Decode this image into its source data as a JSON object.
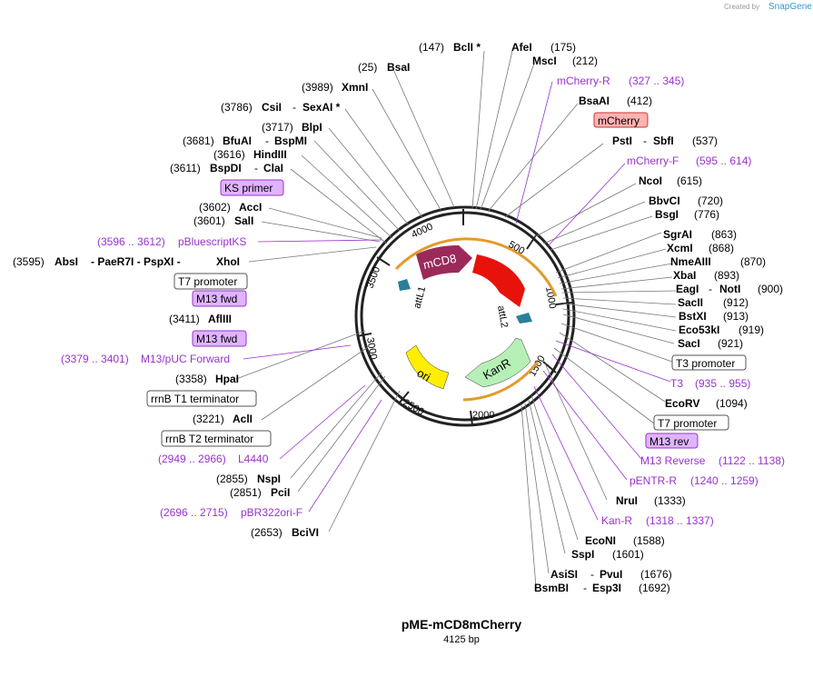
{
  "watermark": {
    "created_by": "Created by",
    "brand": "SnapGene"
  },
  "plasmid": {
    "name": "pME-mCD8mCherry",
    "length_label": "4125 bp",
    "length": 4125
  },
  "ticks": [
    "500",
    "1000",
    "1500",
    "2000",
    "2500",
    "3000",
    "3500",
    "4000"
  ],
  "features": [
    {
      "name": "mCD8",
      "color": "#9b2a5a",
      "text": "#ffffff"
    },
    {
      "name": "mCherry",
      "color": "#e8120c",
      "text": "#ffffff"
    },
    {
      "name": "KanR",
      "color": "#b7f0b7",
      "text": "#000000"
    },
    {
      "name": "ori",
      "color": "#ffee00",
      "text": "#000000"
    },
    {
      "name": "attL1",
      "color": "#2a7f99",
      "text": "#000000"
    },
    {
      "name": "attL2",
      "color": "#2a7f99",
      "text": "#000000"
    }
  ],
  "labels": [
    {
      "pos": "(147)",
      "name": "BclI *",
      "side": "right"
    },
    {
      "name": "AfeI",
      "pos": "(175)"
    },
    {
      "name": "MscI",
      "pos": "(212)"
    },
    {
      "name": "mCherry-R",
      "pos": "(327 .. 345)"
    },
    {
      "name": "BsaAI",
      "pos": "(412)"
    },
    {
      "name": "mCherry"
    },
    {
      "name": "PstI",
      "sep": "-",
      "name2": "SbfI",
      "pos": "(537)"
    },
    {
      "name": "mCherry-F",
      "pos": "(595 .. 614)"
    },
    {
      "name": "NcoI",
      "pos": "(615)"
    },
    {
      "name": "BbvCI",
      "pos": "(720)"
    },
    {
      "name": "BsgI",
      "pos": "(776)"
    },
    {
      "name": "SgrAI",
      "pos": "(863)"
    },
    {
      "name": "XcmI",
      "pos": "(868)"
    },
    {
      "name": "NmeAIII",
      "pos": "(870)"
    },
    {
      "name": "XbaI",
      "pos": "(893)"
    },
    {
      "name": "EagI",
      "sep": "-",
      "name2": "NotI",
      "pos": "(900)"
    },
    {
      "name": "SacII",
      "pos": "(912)"
    },
    {
      "name": "BstXI",
      "pos": "(913)"
    },
    {
      "name": "Eco53kI",
      "pos": "(919)"
    },
    {
      "name": "SacI",
      "pos": "(921)"
    },
    {
      "name": "T3 promoter"
    },
    {
      "name": "T3",
      "pos": "(935 .. 955)"
    },
    {
      "name": "EcoRV",
      "pos": "(1094)"
    },
    {
      "name": "T7 promoter"
    },
    {
      "name": "M13 rev"
    },
    {
      "name": "M13 Reverse",
      "pos": "(1122 .. 1138)"
    },
    {
      "name": "pENTR-R",
      "pos": "(1240 .. 1259)"
    },
    {
      "name": "NruI",
      "pos": "(1333)"
    },
    {
      "name": "Kan-R",
      "pos": "(1318 .. 1337)"
    },
    {
      "name": "EcoNI",
      "pos": "(1588)"
    },
    {
      "name": "SspI",
      "pos": "(1601)"
    },
    {
      "name": "AsiSI",
      "sep": "-",
      "name2": "PvuI",
      "pos": "(1676)"
    },
    {
      "name": "BsmBI",
      "sep": "-",
      "name2": "Esp3I",
      "pos": "(1692)"
    },
    {
      "pos": "(25)",
      "name": "BsaI"
    },
    {
      "pos": "(3989)",
      "name": "XmnI"
    },
    {
      "pos": "(3786)",
      "name": "CsiI",
      "sep": "-",
      "name2": "SexAI *"
    },
    {
      "pos": "(3717)",
      "name": "BlpI"
    },
    {
      "pos": "(3681)",
      "name": "BfuAI",
      "sep": "-",
      "name2": "BspMI"
    },
    {
      "pos": "(3616)",
      "name": "HindIII"
    },
    {
      "pos": "(3611)",
      "name": "BspDI",
      "sep": "-",
      "name2": "ClaI"
    },
    {
      "name": "KS primer"
    },
    {
      "pos": "(3602)",
      "name": "AccI"
    },
    {
      "pos": "(3601)",
      "name": "SalI"
    },
    {
      "pos": "(3596 .. 3612)",
      "name": "pBluescriptKS"
    },
    {
      "pos": "(3595)",
      "name": "AbsI",
      "sep": "- PaeR7I - PspXI -",
      "name2": "XhoI"
    },
    {
      "name": "T7 promoter"
    },
    {
      "name": "M13 fwd"
    },
    {
      "pos": "(3411)",
      "name": "AflIII"
    },
    {
      "name": "M13 fwd"
    },
    {
      "pos": "(3379 .. 3401)",
      "name": "M13/pUC Forward"
    },
    {
      "pos": "(3358)",
      "name": "HpaI"
    },
    {
      "name": "rrnB T1 terminator"
    },
    {
      "pos": "(3221)",
      "name": "AclI"
    },
    {
      "name": "rrnB T2 terminator"
    },
    {
      "pos": "(2949 .. 2966)",
      "name": "L4440"
    },
    {
      "pos": "(2855)",
      "name": "NspI"
    },
    {
      "pos": "(2851)",
      "name": "PciI"
    },
    {
      "pos": "(2696 .. 2715)",
      "name": "pBR322ori-F"
    },
    {
      "pos": "(2653)",
      "name": "BciVI"
    }
  ],
  "colors": {
    "primer": "#9933cc",
    "enzyme": "#000000",
    "feature_box_fill": "#ffffff",
    "primer_box_fill": "#e0b3ff",
    "mcherry_box_fill": "#ffb3b3"
  }
}
